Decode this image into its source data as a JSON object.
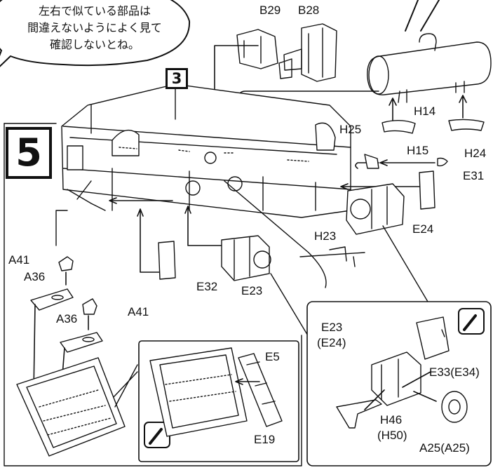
{
  "speech_bubble": {
    "lines": [
      "左右で似ている部品は",
      "間違えないようによく見て",
      "確認しないとね。"
    ]
  },
  "steps": {
    "top": "3",
    "main": "5"
  },
  "part_labels": {
    "B29": "B29",
    "B28": "B28",
    "H14": "H14",
    "H15": "H15",
    "H25": "H25",
    "H24": "H24",
    "E31": "E31",
    "E24": "E24",
    "H23": "H23",
    "E23": "E23",
    "E32": "E32",
    "A41_top": "A41",
    "A36_top": "A36",
    "A41_mid": "A41",
    "A36_mid": "A36",
    "E5": "E5",
    "E19": "E19",
    "detail_E23": "E23",
    "detail_E24": "(E24)",
    "detail_E33": "E33(E34)",
    "detail_H46": "H46",
    "detail_H50": "(H50)",
    "detail_A25": "A25(A25)"
  }
}
